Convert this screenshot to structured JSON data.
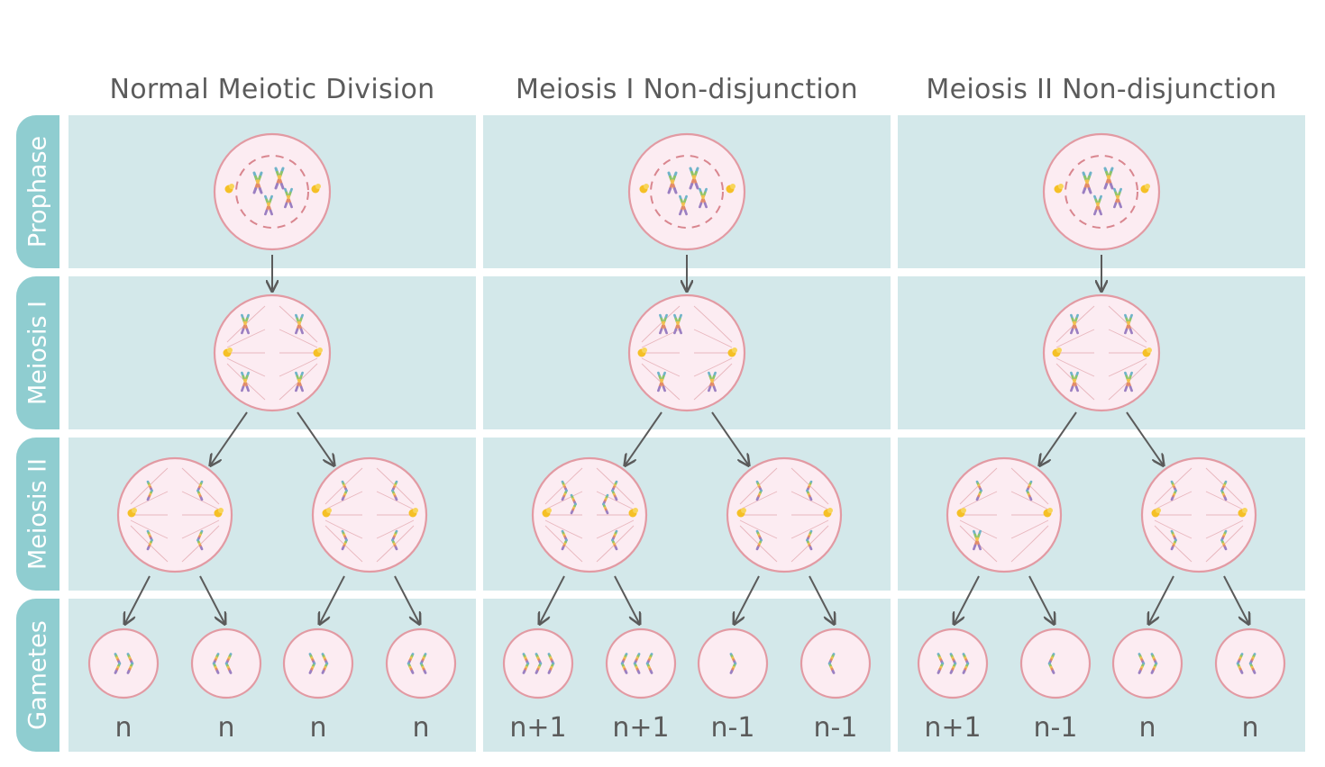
{
  "columns": [
    {
      "title": "Normal Meiotic Division",
      "gametes": [
        "n",
        "n",
        "n",
        "n"
      ]
    },
    {
      "title": "Meiosis I Non-disjunction",
      "gametes": [
        "n+1",
        "n+1",
        "n-1",
        "n-1"
      ]
    },
    {
      "title": "Meiosis II Non-disjunction",
      "gametes": [
        "n+1",
        "n-1",
        "n",
        "n"
      ]
    }
  ],
  "rows": [
    "Prophase",
    "Meiosis I",
    "Meiosis II",
    "Gametes"
  ],
  "colors": {
    "panel": "#d3e8ea",
    "tab": "#8fcdd0",
    "cell_fill": "#fcecf2",
    "cell_stroke": "#e29aa3",
    "arrow": "#5b5b5b",
    "centrosome": "#f5c026"
  }
}
